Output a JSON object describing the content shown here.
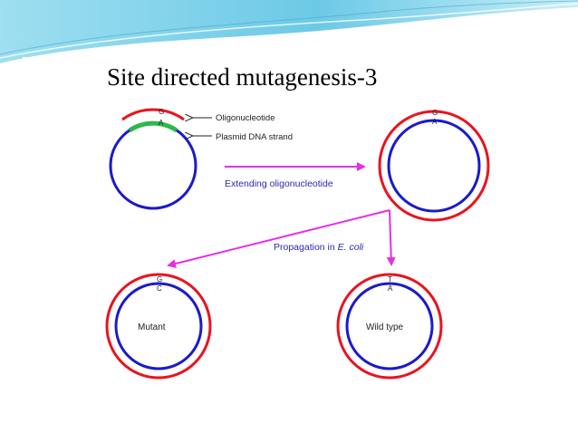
{
  "slide": {
    "title": "Site directed mutagenesis-3"
  },
  "labels": {
    "oligonucleotide": "Oligonucleotide",
    "plasmid_strand": "Plasmid DNA strand",
    "extending": "Extending oligonucleotide",
    "propagation_prefix": "Propagation in ",
    "propagation_organism": "E. coli",
    "mutant": "Mutant",
    "wild_type": "Wild type"
  },
  "bases": {
    "start_top": "G",
    "start_bottom": "A",
    "extended_top": "G",
    "extended_bottom": "A",
    "mutant_top": "G",
    "mutant_bottom": "C",
    "wild_top": "T",
    "wild_bottom": "A"
  },
  "colors": {
    "oligo_strand": "#e8141e",
    "plasmid_strand": "#1a1acc",
    "annealed_region": "#2db84a",
    "arrow": "#e62ee6",
    "label_blue": "#2a2ab0",
    "header_swoosh": "#7fd3ea"
  }
}
